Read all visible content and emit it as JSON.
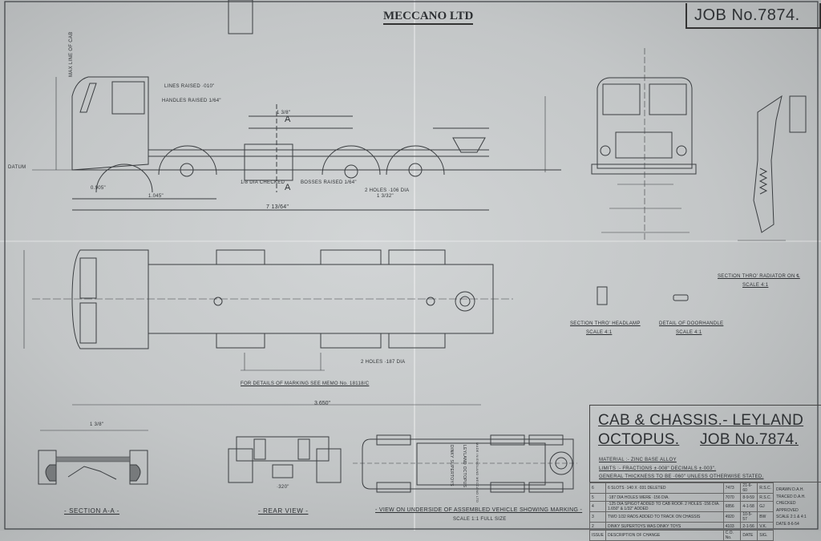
{
  "header": {
    "company": "MECCANO LTD",
    "job_number": "JOB No.7874."
  },
  "side_view": {
    "datum": "DATUM",
    "section_marker": "A",
    "section_marker_bottom": "A",
    "max_line": "MAX LINE OF CAB",
    "lines_raised": "LINES RAISED ·010\"",
    "handles_raised": "HANDLES RAISED 1/64\"",
    "overall_length": "7 13/64\"",
    "dim_1": "1.045\"",
    "dim_2": "0.905\"",
    "dim_3": "1 3/8\"",
    "dim_4": "1 3/32\"",
    "bosses_raised": "BOSSES RAISED 1/64\"",
    "holes_dia": "2 HOLES ·106 DIA",
    "dia_checked": "1/8 DIA CHECKED"
  },
  "plan_view": {
    "overall": "3.650\"",
    "holes": "2 HOLES ·187 DIA",
    "marking_note": "FOR DETAILS OF MARKING SEE MEMO No. 18118/C"
  },
  "details": [
    {
      "title": "SECTION THRO' RADIATOR ON ℄",
      "scale": "SCALE 4:1"
    },
    {
      "title": "SECTION THRO' HEADLAMP",
      "scale": "SCALE 4:1"
    },
    {
      "title": "DETAIL OF DOORHANDLE",
      "scale": "SCALE 4:1"
    }
  ],
  "bottom_views": {
    "section_aa": "- SECTION A-A -",
    "section_dim": "1 3/8\"",
    "rear_view": "- REAR VIEW -",
    "rear_dim": "·320\"",
    "underside": "- VIEW ON UNDERSIDE OF ASSEMBLED VEHICLE SHOWING MARKING -",
    "scale": "SCALE 1:1 FULL SIZE",
    "marking": [
      "DINKY SUPERTOYS",
      "LEYLAND OCTOPUS",
      "MADE IN ENGLAND MECCANO LTD"
    ]
  },
  "title_block": {
    "title_line1": "CAB & CHASSIS.- LEYLAND",
    "title_line2_a": "OCTOPUS.",
    "title_line2_b": "JOB No.7874.",
    "material": "MATERIAL :- ZINC BASE ALLOY",
    "limits": "LIMITS :- FRACTIONS ±·008\"   DECIMALS ±·003\".",
    "thickness": "GENERAL THICKNESS TO BE ·060\" UNLESS OTHERWISE STATED.",
    "revisions": [
      {
        "no": "6",
        "desc": "6 SLOTS ·140 X ·031 DELETED",
        "co": "7473",
        "date": "21-6-60",
        "by": "R.S.C."
      },
      {
        "no": "5",
        "desc": "·187 DIA HOLES WERE ·156 DIA.",
        "co": "7070",
        "date": "8-9-59",
        "by": "R.S.C."
      },
      {
        "no": "4",
        "desc": "·125 DIA SPIGOT ADDED TO CAB ROOF. 2 HOLES ·156 DIA. 1.650\" & 1/32\" ADDED",
        "co": "6856",
        "date": "4-1-58",
        "by": "GJ"
      },
      {
        "no": "3",
        "desc": "TWO 1/32 RADS ADDED TO TRACK ON CHASSIS",
        "co": "4920",
        "date": "10-5-57",
        "by": "BW"
      },
      {
        "no": "2",
        "desc": "DINKY SUPERTOYS WAS DINKY TOYS",
        "co": "4103",
        "date": "2-1-56",
        "by": "V.K."
      }
    ],
    "rev_headers": {
      "issue": "ISSUE",
      "desc": "DESCRIPTION OF CHANGE",
      "co": "C.O. No.",
      "date": "DATE",
      "by": "SIG."
    },
    "sign": [
      {
        "label": "DRAWN",
        "value": "D.A.H."
      },
      {
        "label": "TRACED",
        "value": "D.A.H."
      },
      {
        "label": "CHECKED",
        "value": ""
      },
      {
        "label": "APPROVED",
        "value": ""
      },
      {
        "label": "SCALE",
        "value": "2:1 & 4:1"
      },
      {
        "label": "DATE",
        "value": "8-6-54"
      }
    ]
  },
  "colors": {
    "ink": "#2e3134",
    "paper": "#c6c9ca"
  }
}
